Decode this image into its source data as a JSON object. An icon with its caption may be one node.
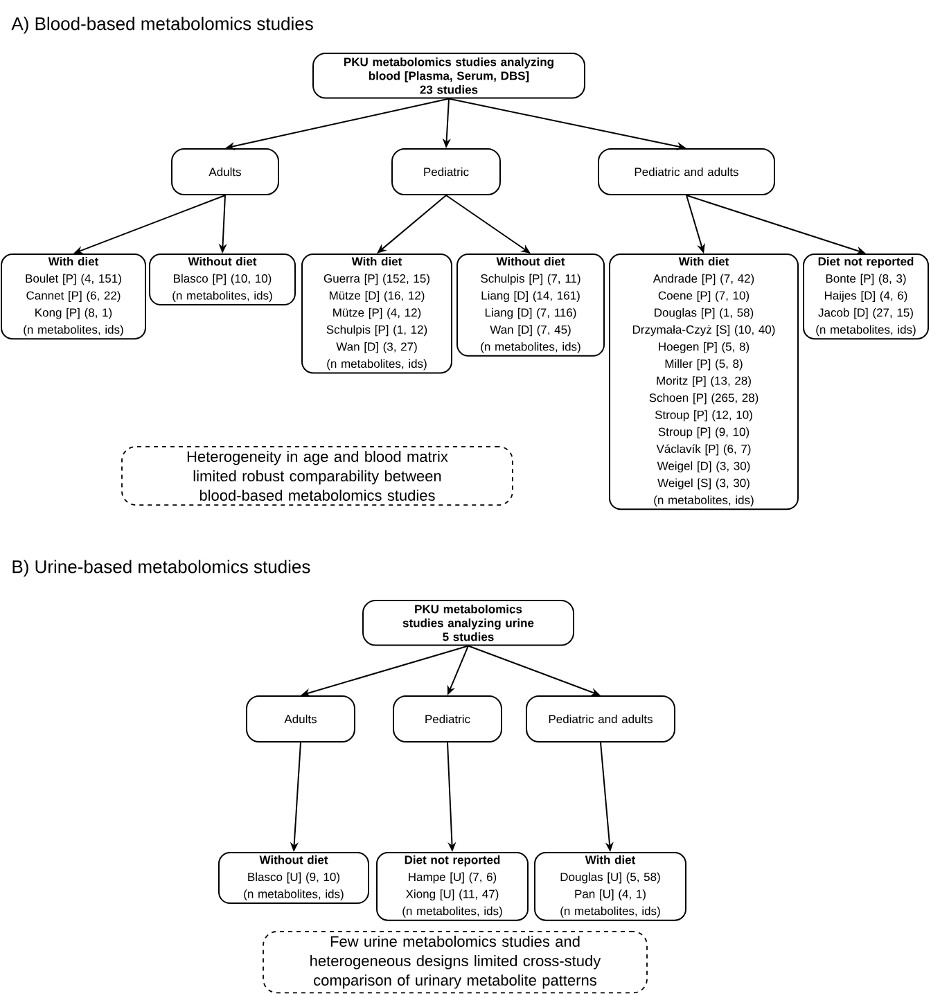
{
  "diagram": {
    "nodes": [
      {
        "text": [
          "PKU metabolomics studies analyzing blood [Plasma, Serum, DBS]",
          "23 studies"
        ]
      },
      {
        "text": [
          "Adults"
        ]
      },
      {
        "text": [
          "Pediatric"
        ]
      },
      {
        "text": [
          "Pediatric and adults"
        ]
      },
      {
        "text": [
          "With diet",
          "Boulet [P] (4, 151)",
          "Cannet [P] (6, 22)",
          "Kong [P] (8, 1)",
          "(n metabolites, ids)"
        ]
      },
      {
        "text": [
          "Without diet",
          "Blasco [P] (10, 10)",
          "(n metabolites, ids)"
        ]
      },
      {
        "text": [
          "With diet",
          "Guerra [P] (152, 15)",
          "Mütze [D] (16, 12)",
          "Mütze [P] (4, 12)",
          "Schulpis [P] (1, 12)",
          "Wan [D] (3, 27)",
          "(n metabolites, ids)"
        ]
      },
      {
        "text": [
          "Without diet",
          "Schulpis [P] (7, 11)",
          "Liang [D] (14, 161)",
          "Liang [D] (7, 116)",
          "Wan [D] (7, 45)",
          "(n metabolites, ids)"
        ]
      },
      {
        "text": [
          "With diet",
          "Andrade [P] (7, 42)",
          "Coene [P] (7, 10)",
          "Douglas [P] (1, 58)",
          "Drzymała-Czyż [S] (10, 40)",
          "Hoegen [P] (5, 8)",
          "Miller [P] (5, 8)",
          "Moritz [P] (13, 28)",
          "Schoen [P] (265, 28)",
          "Stroup [P] (12, 10)",
          "Stroup [P] (9, 10)",
          "Václavík [P] (6, 7)",
          "Weigel [D] (3, 30)",
          "Weigel [S] (3, 30)",
          "(n metabolites, ids)"
        ]
      },
      {
        "text": [
          "Diet not reported",
          "Bonte [P] (8, 3)",
          "Haijes [D] (4, 6)",
          "Jacob [D] (27, 15)",
          "(n metabolites, ids)"
        ]
      },
      {
        "text": [
          "Heterogeneity in age and blood matrix limited robust comparability between blood-based metabolomics studies"
        ]
      },
      {
        "text": [
          "PKU metabolomics studies analyzing urine",
          "5 studies"
        ]
      },
      {
        "text": [
          "Adults"
        ]
      },
      {
        "text": [
          "Pediatric"
        ]
      },
      {
        "text": [
          "Pediatric and adults"
        ]
      },
      {
        "text": [
          "Without diet",
          "Blasco [U] (9, 10)",
          "(n metabolites, ids)"
        ]
      },
      {
        "text": [
          "Diet not reported",
          "Hampe [U] (7, 6)",
          "Xiong [U] (11, 47)",
          "(n metabolites, ids)"
        ]
      },
      {
        "text": [
          "With diet",
          "Douglas [U] (5, 58)",
          "Pan [U] (4, 1)",
          "(n metabolites, ids)"
        ]
      },
      {
        "text": [
          "Few urine metabolomics studies and heterogeneous designs limited cross-study comparison of urinary metabolite patterns"
        ]
      }
    ],
    "edges": [
      {
        "from": 0,
        "to": 1,
        "arrow": "to"
      },
      {
        "from": 0,
        "to": 2,
        "arrow": "to"
      },
      {
        "from": 0,
        "to": 3,
        "arrow": "to"
      },
      {
        "from": 1,
        "to": 4,
        "arrow": "to"
      },
      {
        "from": 1,
        "to": 5,
        "arrow": "to"
      },
      {
        "from": 2,
        "to": 6,
        "arrow": "to"
      },
      {
        "from": 2,
        "to": 7,
        "arrow": "to"
      },
      {
        "from": 3,
        "to": 8,
        "arrow": "to"
      },
      {
        "from": 3,
        "to": 9,
        "arrow": "to"
      },
      {
        "from": 11,
        "to": 12,
        "arrow": "to"
      },
      {
        "from": 11,
        "to": 13,
        "arrow": "to"
      },
      {
        "from": 11,
        "to": 14,
        "arrow": "to"
      },
      {
        "from": 12,
        "to": 15,
        "arrow": "to"
      },
      {
        "from": 13,
        "to": 16,
        "arrow": "to"
      },
      {
        "from": 14,
        "to": 17,
        "arrow": "to"
      }
    ],
    "labels": [
      "A) Blood-based metabolomics studies",
      "B) Urine-based metabolomics studies"
    ]
  }
}
